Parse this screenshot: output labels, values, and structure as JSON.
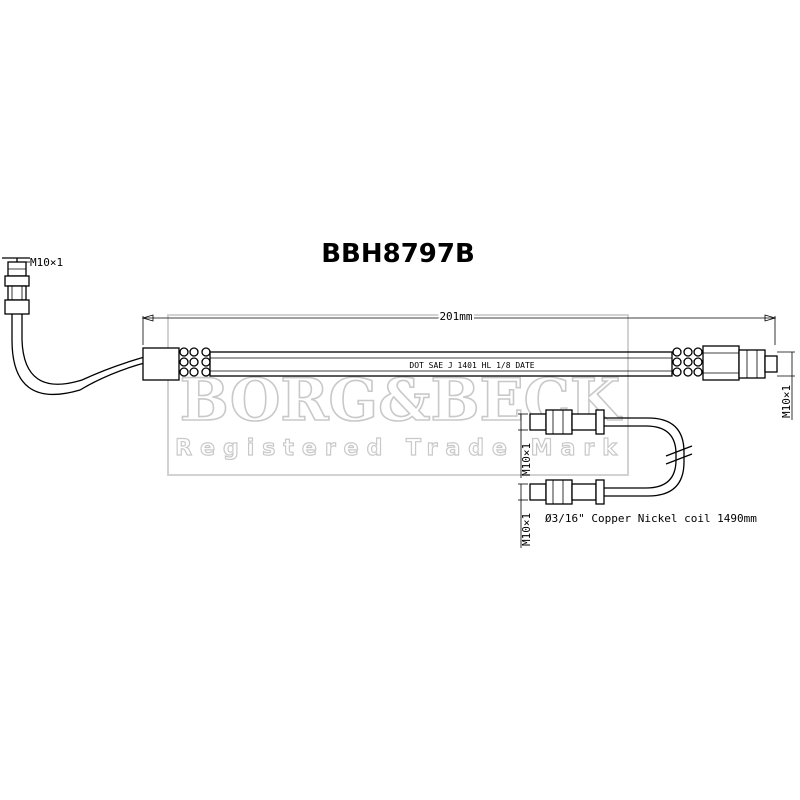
{
  "part_number": "BBH8797B",
  "hose_length_label": "201mm",
  "hose_print": "DOT SAE J 1401 HL 1/8 DATE",
  "thread_labels": {
    "top_left": "M10×1",
    "right_end": "M10×1",
    "pipe_top": "M10×1",
    "pipe_bottom": "M10×1"
  },
  "pipe_label": "Ø3/16\" Copper Nickel coil 1490mm",
  "watermark": {
    "brand": "BORG&BECK",
    "subtitle": "Registered Trade Mark"
  },
  "colors": {
    "line": "#000000",
    "watermark": "#c9c9c9",
    "background": "#ffffff"
  }
}
